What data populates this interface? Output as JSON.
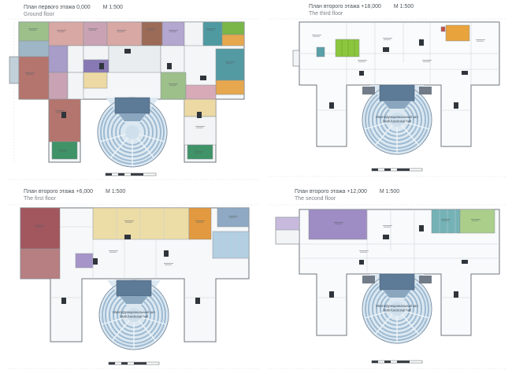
{
  "sheet": {
    "background": "#ffffff"
  },
  "colors": {
    "terracotta": "#b4756e",
    "salmon": "#d8a8a4",
    "mauve": "#c9a3b4",
    "dark_rose": "#a2565e",
    "rose": "#b77f82",
    "green": "#9dc08b",
    "bright_green": "#8cc63f",
    "dark_green": "#3f9367",
    "teal": "#4f9aa0",
    "teal_light": "#74b2b6",
    "purple": "#9e8cc4",
    "violet": "#8878b4",
    "lavender": "#c8badc",
    "orange": "#e6a74e",
    "cream": "#ecdca6",
    "yellow": "#ecd9a4",
    "brown": "#9c6b58",
    "steel_blue": "#8fa9c4",
    "light_blue": "#b3cfe2",
    "hall_seat": "#9cbad2",
    "hall_floor": "#dce8f1",
    "stage": "#5d7a96",
    "wall": "#6f767d",
    "core": "#2f353b"
  },
  "plans": [
    {
      "title_ru": "План первого этажа  0,000",
      "scale": "М 1:500",
      "title_en": "Ground floor"
    },
    {
      "title_ru": "План второго этажа +18,000",
      "scale": "М 1:500",
      "title_en": "The third floor",
      "hall_ru": "Многофункциональный зал",
      "hall_en": "Multi-functional hall"
    },
    {
      "title_ru": "План второго этажа +6,000",
      "scale": "М 1:500",
      "title_en": "The first floor",
      "hall_ru": "Многофункциональный зал",
      "hall_en": "Multi-functional hall"
    },
    {
      "title_ru": "План второго этажа +12,000",
      "scale": "М 1:500",
      "title_en": "The second floor",
      "hall_ru": "Многофункциональный зал",
      "hall_en": "Multi-functional hall"
    }
  ]
}
